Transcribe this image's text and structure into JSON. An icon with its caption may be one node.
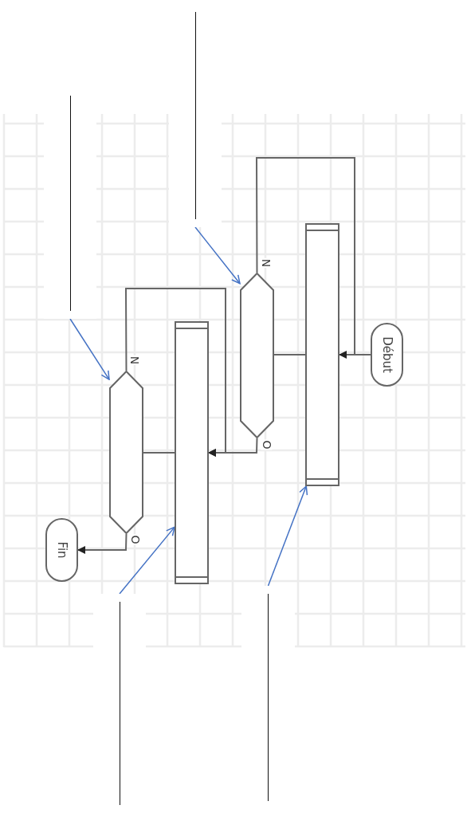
{
  "diagram": {
    "nodes": [
      {
        "text": [
          "Début"
        ]
      },
      {
        "text": [],
        "shape": "hexagon"
      },
      {
        "text": [],
        "shape": "hexagon"
      },
      {
        "text": [],
        "shape": "box"
      },
      {
        "text": [],
        "shape": "box"
      },
      {
        "text": [
          "Fin"
        ]
      },
      {
        "text": [],
        "shape": "line"
      },
      {
        "text": [],
        "shape": "line"
      },
      {
        "text": [],
        "shape": "line"
      },
      {
        "text": [],
        "shape": "line"
      }
    ],
    "edges": [
      {
        "from": 0,
        "to": 4,
        "arrow": "none"
      },
      {
        "from": 4,
        "to": 2,
        "arrow": "none"
      },
      {
        "from": 2,
        "to": 4,
        "arrow": "to",
        "label": "N"
      },
      {
        "from": 2,
        "to": 3,
        "arrow": "to",
        "label": "O"
      },
      {
        "from": 3,
        "to": 1,
        "arrow": "none"
      },
      {
        "from": 1,
        "to": 3,
        "arrow": "to",
        "label": "N"
      },
      {
        "from": 1,
        "to": 5,
        "arrow": "to",
        "label": "O"
      },
      {
        "from": 6,
        "to": 1,
        "arrow": "to",
        "color": "#4472c4"
      },
      {
        "from": 8,
        "to": 2,
        "arrow": "to",
        "color": "#4472c4"
      },
      {
        "from": 7,
        "to": 3,
        "arrow": "to",
        "color": "#4472c4"
      },
      {
        "from": 9,
        "to": 4,
        "arrow": "to",
        "color": "#4472c4"
      }
    ]
  }
}
